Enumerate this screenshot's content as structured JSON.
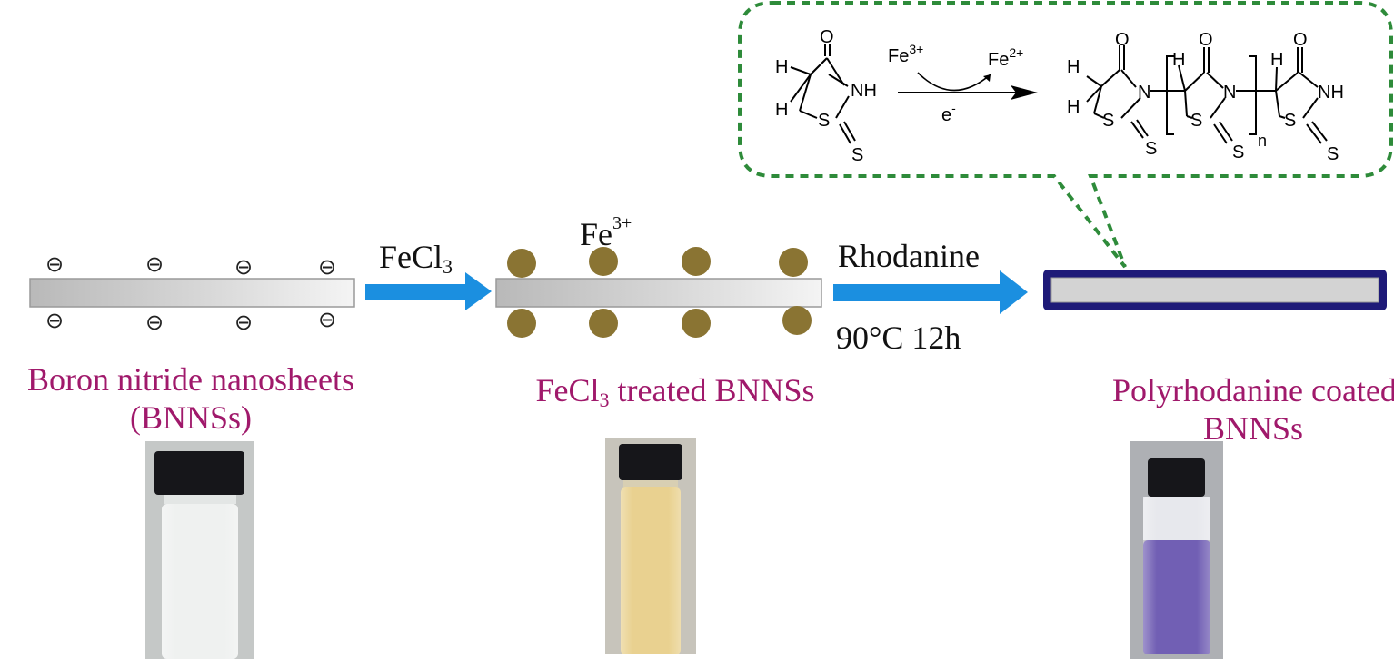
{
  "colors": {
    "label": "#a0196b",
    "arrow": "#1b8fe0",
    "fe_dot": "#8a7433",
    "coating": "#1e1a78",
    "dashed": "#2e8b3a",
    "sheet": "#c8c8c8"
  },
  "step1": {
    "title_line1": "Boron nitride nanosheets",
    "title_line2": "(BNNSs)",
    "charge_symbol": "⊖"
  },
  "step2": {
    "reagent": "FeCl",
    "reagent_sub": "3",
    "ion": "Fe",
    "ion_sup": "3+",
    "title_main": "FeCl",
    "title_sub": "3",
    "title_rest": " treated BNNSs"
  },
  "step3": {
    "reagent": "Rhodanine",
    "condition": "90°C 12h",
    "title_line1": "Polyrhodanine coated",
    "title_line2": "BNNSs"
  },
  "reaction": {
    "fe3": "Fe",
    "fe3_sup": "3+",
    "fe2": "Fe",
    "fe2_sup": "2+",
    "electron": "e",
    "electron_sup": "-",
    "atoms": {
      "O": "O",
      "H": "H",
      "N": "N",
      "NH": "NH",
      "S": "S"
    },
    "repeat_index": "n"
  },
  "photos": [
    {
      "liquid": "#eef0ef",
      "glass": "#dfe3e2"
    },
    {
      "liquid": "#e8cf8a",
      "glass": "#efe4c2"
    },
    {
      "liquid": "#6a57b0",
      "glass": "#dcdde6"
    }
  ]
}
